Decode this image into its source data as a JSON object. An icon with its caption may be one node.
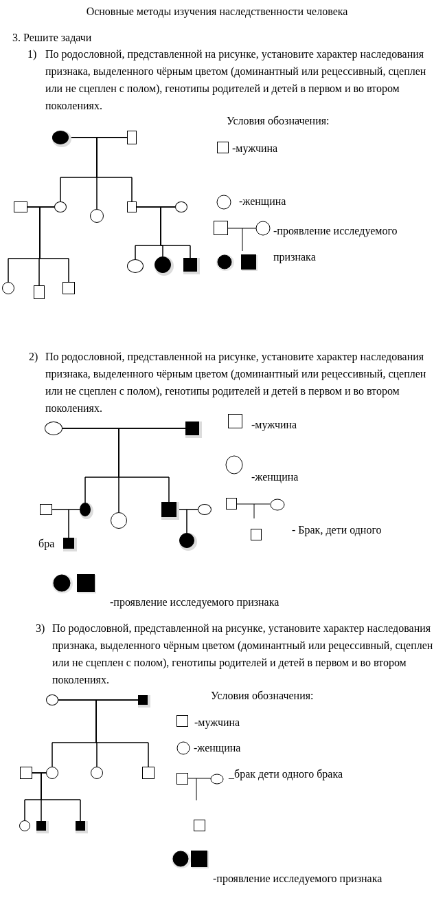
{
  "diagram": {
    "title": "Основные методы изучения наследственности человека",
    "nodes": [
      {
        "text": [],
        "shape": "circle"
      },
      {
        "text": [],
        "shape": "box"
      },
      {
        "text": [],
        "shape": "box"
      },
      {
        "text": [],
        "shape": "circle"
      },
      {
        "text": [],
        "shape": "circle"
      },
      {
        "text": [],
        "shape": "box"
      },
      {
        "text": [],
        "shape": "circle"
      },
      {
        "text": [],
        "shape": "circle"
      },
      {
        "text": [],
        "shape": "box"
      },
      {
        "text": [],
        "shape": "box"
      },
      {
        "text": [],
        "shape": "circle"
      },
      {
        "text": [],
        "shape": "circle"
      },
      {
        "text": [],
        "shape": "box"
      },
      {
        "text": [],
        "shape": "circle"
      },
      {
        "text": [],
        "shape": "box"
      },
      {
        "text": [],
        "shape": "box"
      },
      {
        "text": [],
        "shape": "circle"
      },
      {
        "text": [],
        "shape": "circle"
      },
      {
        "text": [],
        "shape": "box"
      },
      {
        "text": [],
        "shape": "circle"
      },
      {
        "text": [],
        "shape": "box"
      },
      {
        "text": [],
        "shape": "circle"
      },
      {
        "text": [],
        "shape": "circle"
      },
      {
        "text": [],
        "shape": "box"
      },
      {
        "text": [],
        "shape": "box"
      },
      {
        "text": [],
        "shape": "circle"
      },
      {
        "text": [],
        "shape": "circle"
      },
      {
        "text": [],
        "shape": "box"
      },
      {
        "text": [],
        "shape": "circle"
      },
      {
        "text": [],
        "shape": "box"
      },
      {
        "text": [],
        "shape": "box"
      }
    ],
    "edges": [
      {
        "from": 0,
        "to": 1,
        "arrow": "none"
      },
      {
        "from": 0,
        "to": 3,
        "arrow": "none"
      },
      {
        "from": 0,
        "to": 4,
        "arrow": "none"
      },
      {
        "from": 0,
        "to": 5,
        "arrow": "none"
      },
      {
        "from": 1,
        "to": 3,
        "arrow": "none"
      },
      {
        "from": 1,
        "to": 4,
        "arrow": "none"
      },
      {
        "from": 1,
        "to": 5,
        "arrow": "none"
      },
      {
        "from": 2,
        "to": 3,
        "arrow": "none"
      },
      {
        "from": 2,
        "to": 7,
        "arrow": "none"
      },
      {
        "from": 2,
        "to": 8,
        "arrow": "none"
      },
      {
        "from": 2,
        "to": 9,
        "arrow": "none"
      },
      {
        "from": 3,
        "to": 7,
        "arrow": "none"
      },
      {
        "from": 3,
        "to": 8,
        "arrow": "none"
      },
      {
        "from": 3,
        "to": 9,
        "arrow": "none"
      },
      {
        "from": 5,
        "to": 6,
        "arrow": "none"
      },
      {
        "from": 5,
        "to": 10,
        "arrow": "none"
      },
      {
        "from": 5,
        "to": 11,
        "arrow": "none"
      },
      {
        "from": 5,
        "to": 12,
        "arrow": "none"
      },
      {
        "from": 6,
        "to": 10,
        "arrow": "none"
      },
      {
        "from": 6,
        "to": 11,
        "arrow": "none"
      },
      {
        "from": 6,
        "to": 12,
        "arrow": "none"
      },
      {
        "from": 13,
        "to": 14,
        "arrow": "none"
      },
      {
        "from": 13,
        "to": 16,
        "arrow": "none"
      },
      {
        "from": 13,
        "to": 17,
        "arrow": "none"
      },
      {
        "from": 13,
        "to": 18,
        "arrow": "none"
      },
      {
        "from": 14,
        "to": 16,
        "arrow": "none"
      },
      {
        "from": 14,
        "to": 17,
        "arrow": "none"
      },
      {
        "from": 14,
        "to": 18,
        "arrow": "none"
      },
      {
        "from": 15,
        "to": 16,
        "arrow": "none"
      },
      {
        "from": 15,
        "to": 20,
        "arrow": "none"
      },
      {
        "from": 16,
        "to": 20,
        "arrow": "none"
      },
      {
        "from": 18,
        "to": 19,
        "arrow": "none"
      },
      {
        "from": 18,
        "to": 21,
        "arrow": "none"
      },
      {
        "from": 19,
        "to": 21,
        "arrow": "none"
      },
      {
        "from": 22,
        "to": 23,
        "arrow": "none"
      },
      {
        "from": 22,
        "to": 25,
        "arrow": "none"
      },
      {
        "from": 22,
        "to": 26,
        "arrow": "none"
      },
      {
        "from": 22,
        "to": 27,
        "arrow": "none"
      },
      {
        "from": 23,
        "to": 25,
        "arrow": "none"
      },
      {
        "from": 23,
        "to": 26,
        "arrow": "none"
      },
      {
        "from": 23,
        "to": 27,
        "arrow": "none"
      },
      {
        "from": 24,
        "to": 25,
        "arrow": "none"
      },
      {
        "from": 24,
        "to": 28,
        "arrow": "none"
      },
      {
        "from": 24,
        "to": 29,
        "arrow": "none"
      },
      {
        "from": 24,
        "to": 30,
        "arrow": "none"
      },
      {
        "from": 25,
        "to": 28,
        "arrow": "none"
      },
      {
        "from": 25,
        "to": 29,
        "arrow": "none"
      },
      {
        "from": 25,
        "to": 30,
        "arrow": "none"
      }
    ],
    "labels": [
      "3. Решите задачи",
      "1)",
      "По родословной, представленной на рисунке, установите характер наследования признака, выделенного чёрным цветом (доминантный или рецессивный, сцеплен или не сцеплен с полом), генотипы родителей и детей в первом и во втором поколениях.",
      "Условия обозначения:",
      "2)",
      "По родословной, представленной на рисунке, установите характер наследования признака, выделенного чёрным цветом (доминантный или рецессивный, сцеплен или не сцеплен с полом), генотипы родителей и детей в первом и во втором поколениях.",
      "бра",
      "3)",
      "По родословной, представленной на рисунке, установите характер наследования признака, выделенного чёрным цветом (доминантный или рецессивный, сцеплен или не сцеплен с полом), генотипы родителей и детей в первом и во втором поколениях.",
      "Условия обозначения:"
    ],
    "legend": [
      {
        "text": "-мужчина"
      },
      {
        "text": "-женщина"
      },
      {
        "text": "-проявление исследуемого признака"
      },
      {
        "text": "-мужчина"
      },
      {
        "text": "-женщина"
      },
      {
        "text": "- Брак, дети одного"
      },
      {
        "text": "-проявление исследуемого признака"
      },
      {
        "text": "-мужчина"
      },
      {
        "text": "-женщина"
      },
      {
        "text": "_брак дети одного брака"
      },
      {
        "text": "-проявление исследуемого признака"
      }
    ]
  }
}
